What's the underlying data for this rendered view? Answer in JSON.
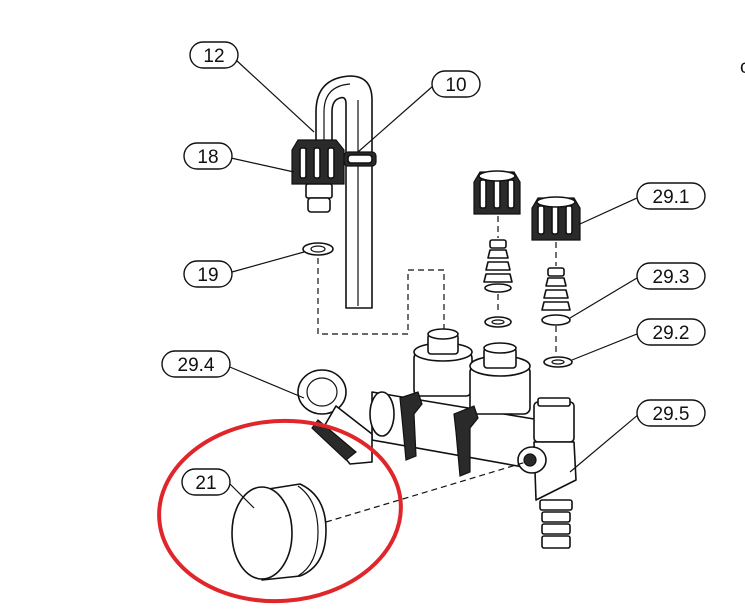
{
  "callouts": [
    {
      "key": "c12",
      "text": "12"
    },
    {
      "key": "c10",
      "text": "10"
    },
    {
      "key": "c18",
      "text": "18"
    },
    {
      "key": "c19",
      "text": "19"
    },
    {
      "key": "c29_1",
      "text": "29.1"
    },
    {
      "key": "c29_3",
      "text": "29.3"
    },
    {
      "key": "c29_2",
      "text": "29.2"
    },
    {
      "key": "c29_4",
      "text": "29.4"
    },
    {
      "key": "c29_5",
      "text": "29.5"
    },
    {
      "key": "c21",
      "text": "21"
    }
  ],
  "highlight": {
    "color": "#e0262b",
    "target": "21"
  },
  "colors": {
    "line": "#111111",
    "background": "#ffffff"
  }
}
